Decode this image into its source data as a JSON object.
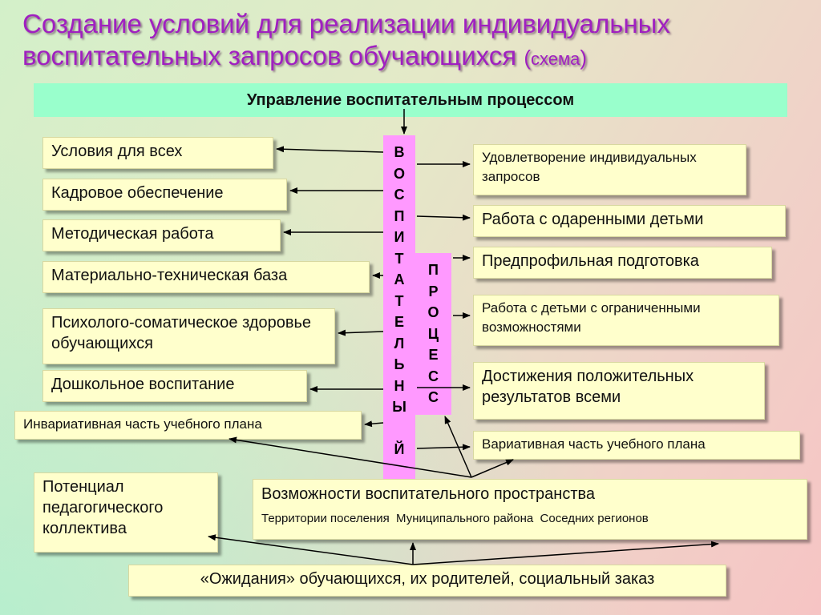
{
  "title": {
    "main": "Создание условий для реализации индивидуальных воспитательных запросов обучающихся",
    "paren_open": "(",
    "paren_text": "схема",
    "paren_close": ")"
  },
  "header": "Управление воспитательным процессом",
  "left_boxes": [
    "Условия для всех",
    "Кадровое обеспечение",
    "Методическая работа",
    "Материально-техническая база",
    "Психолого-соматическое здоровье обучающихся",
    "Дошкольное воспитание",
    "Инвариативная часть учебного плана"
  ],
  "right_boxes": [
    "Удовлетворение индивидуальных запросов",
    "Работа с одаренными детьми",
    "Предпрофильная подготовка",
    "Работа с детьми с ограниченными возможностями",
    "Достижения положительных результатов всеми",
    "Вариативная часть учебного плана"
  ],
  "vertical_word_1": [
    "В",
    "О",
    "С",
    "П",
    "И",
    "Т",
    "А",
    "Т",
    "Е",
    "Л",
    "Ь",
    "Н",
    "Ы",
    "",
    "Й"
  ],
  "vertical_word_2": [
    "П",
    "Р",
    "О",
    "Ц",
    "Е",
    "С",
    "С"
  ],
  "potential": "Потенциал педагогического коллектива",
  "space": {
    "title": "Возможности воспитательного пространства",
    "sub": "Территории поселения  Муниципального района  Соседних регионов"
  },
  "expectations": "«Ожидания» обучающихся, их родителей, социальный заказ"
}
